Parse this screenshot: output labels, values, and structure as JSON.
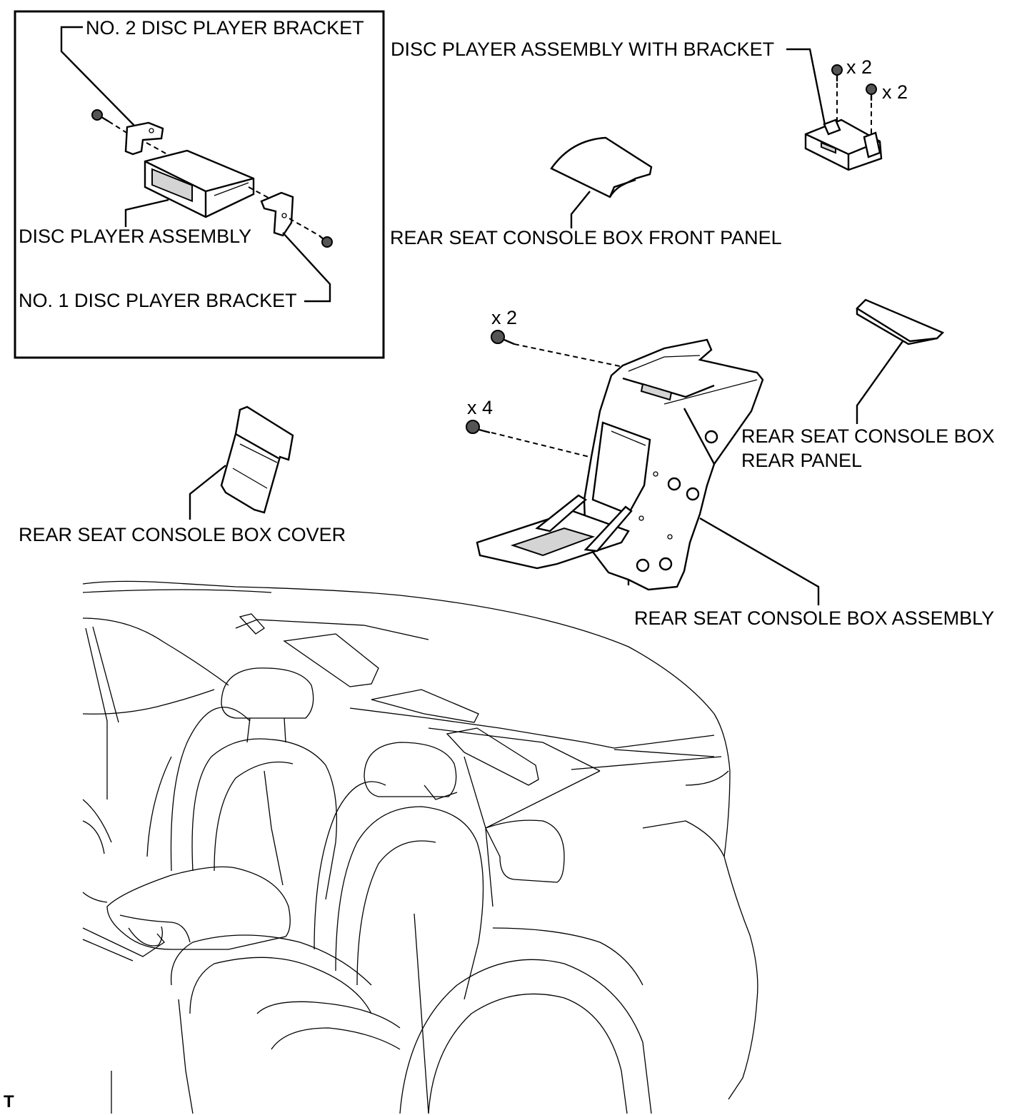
{
  "labels": {
    "no2_bracket": "NO. 2 DISC PLAYER BRACKET",
    "disc_player_assembly": "DISC PLAYER ASSEMBLY",
    "no1_bracket": "NO. 1 DISC PLAYER BRACKET",
    "disc_player_with_bracket": "DISC PLAYER ASSEMBLY WITH BRACKET",
    "front_panel": "REAR SEAT CONSOLE BOX FRONT PANEL",
    "rear_panel_line1": "REAR SEAT CONSOLE BOX",
    "rear_panel_line2": "REAR PANEL",
    "cover": "REAR SEAT CONSOLE BOX COVER",
    "console_assembly": "REAR SEAT CONSOLE BOX ASSEMBLY"
  },
  "quantities": {
    "disc_bolt_a": "x 2",
    "disc_bolt_b": "x 2",
    "console_screw": "x 2",
    "console_bolt": "x 4"
  },
  "corner_mark": "T"
}
